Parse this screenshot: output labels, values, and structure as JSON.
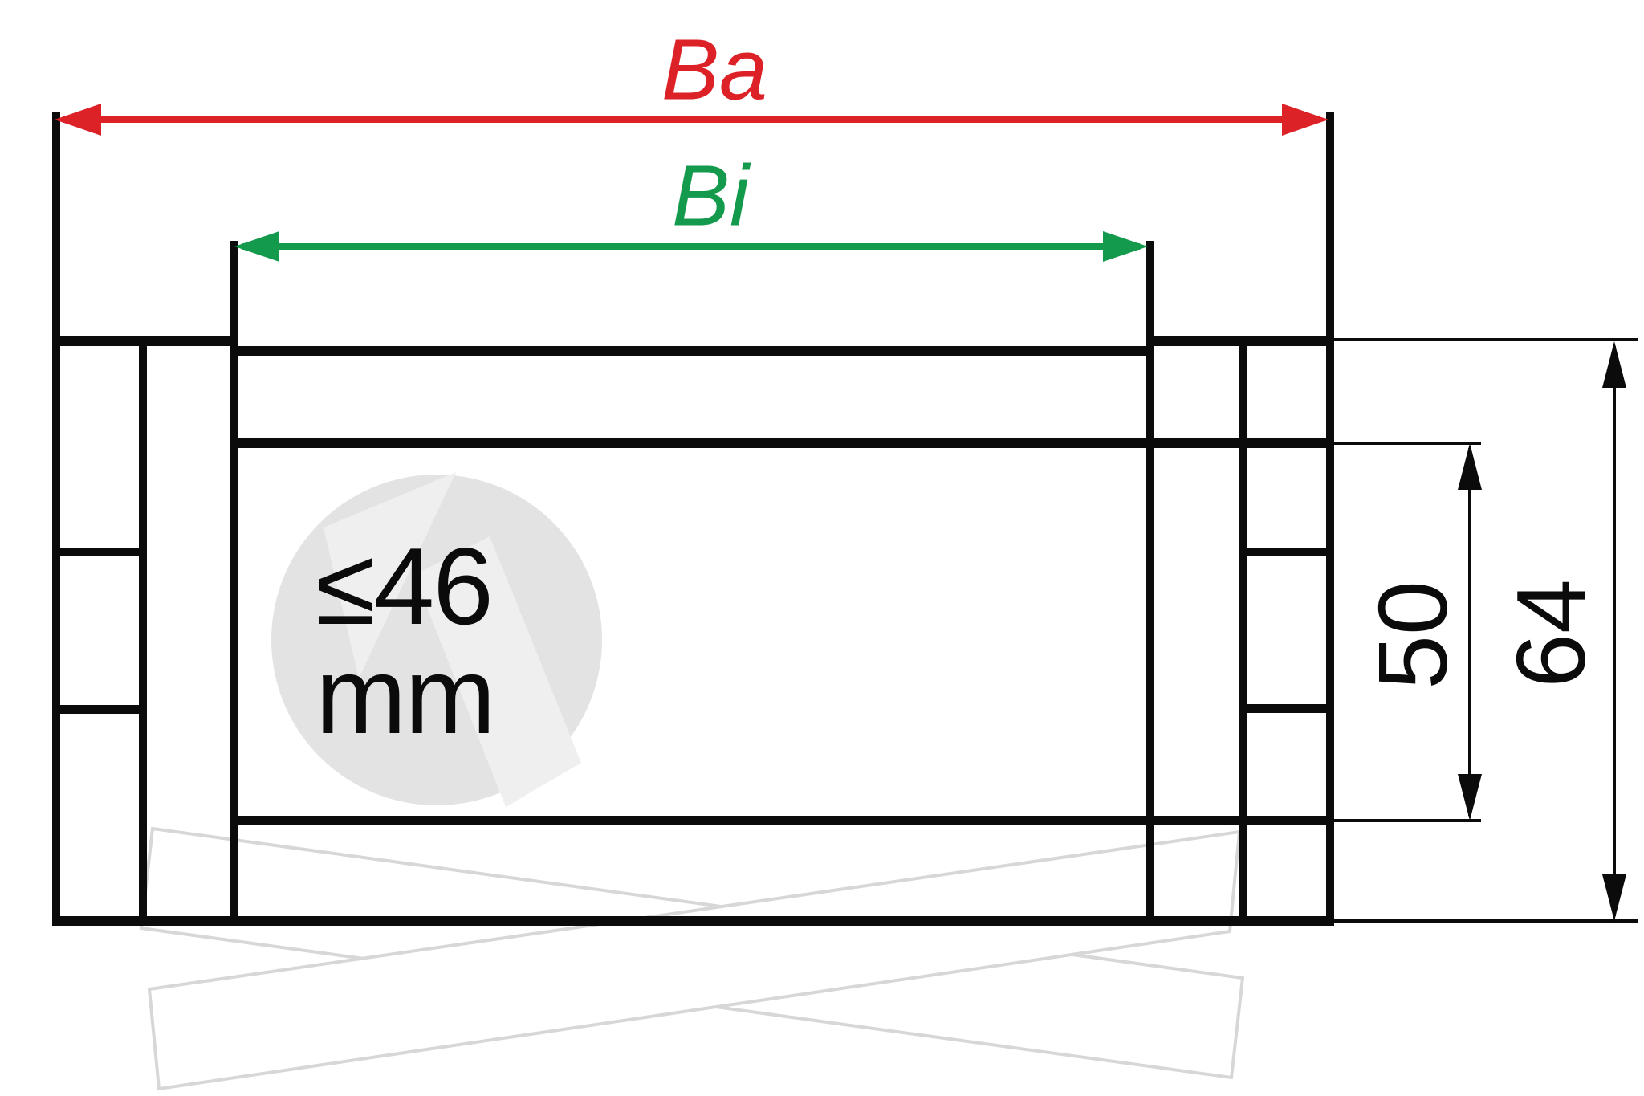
{
  "drawing": {
    "type": "technical cross-section of cable carrier profile",
    "dimensions": {
      "outer_width": "Ba",
      "inner_width": "Bi",
      "inner_height": "50",
      "outer_height": "64"
    },
    "cavity_note": {
      "value": "≤46",
      "unit": "mm"
    }
  },
  "colors": {
    "background": "#ffffff",
    "drawing_black": "#0b0b0b",
    "outer_width_red": "#dc2127",
    "inner_width_green": "#149a4d",
    "watermark_gray": "#e3e3e3",
    "watermark_arrow_gray": "#efefef",
    "watermark_bar_gray": "#d7d7d7"
  }
}
